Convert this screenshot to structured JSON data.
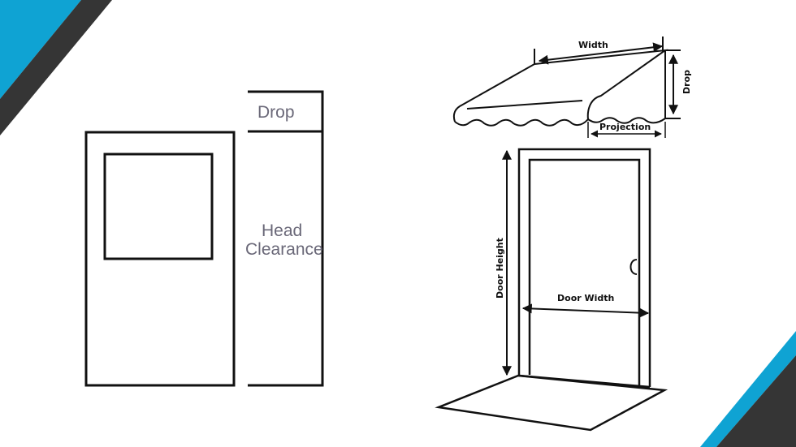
{
  "colors": {
    "accent_blue": "#0fa3d3",
    "accent_dark": "#353535",
    "line": "#111111",
    "label_gray": "#6a6878"
  },
  "left_diagram": {
    "drop_label": "Drop",
    "head_clearance_line1": "Head",
    "head_clearance_line2": "Clearance"
  },
  "right_diagram": {
    "width_label": "Width",
    "drop_label": "Drop",
    "projection_label": "Projection",
    "door_height_label": "Door Height",
    "door_width_label": "Door Width"
  },
  "decor": {
    "corner_top_left": "blue-dark-stripe",
    "corner_bottom_right": "blue-dark-stripe"
  }
}
